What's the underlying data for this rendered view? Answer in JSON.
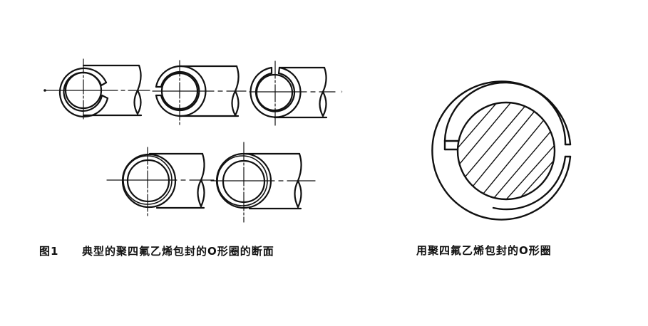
{
  "figures": {
    "left": {
      "label": "图1",
      "caption": "典型的聚四氟乙烯包封的O形圈的断面",
      "sections": [
        {
          "id": "section-1",
          "gap_position": "right"
        },
        {
          "id": "section-2",
          "gap_position": "left"
        },
        {
          "id": "section-3",
          "gap_position": "top"
        },
        {
          "id": "section-4",
          "gap_position": "none-overlapped"
        },
        {
          "id": "section-5",
          "gap_position": "none-overlapped"
        }
      ]
    },
    "right": {
      "caption": "用聚四氟乙烯包封的O形圈",
      "parts": [
        "outer-ptfe-jacket",
        "inner-ptfe-jacket",
        "hatched-o-ring-core"
      ]
    }
  },
  "colors": {
    "stroke": "#111111",
    "background": "#ffffff"
  }
}
